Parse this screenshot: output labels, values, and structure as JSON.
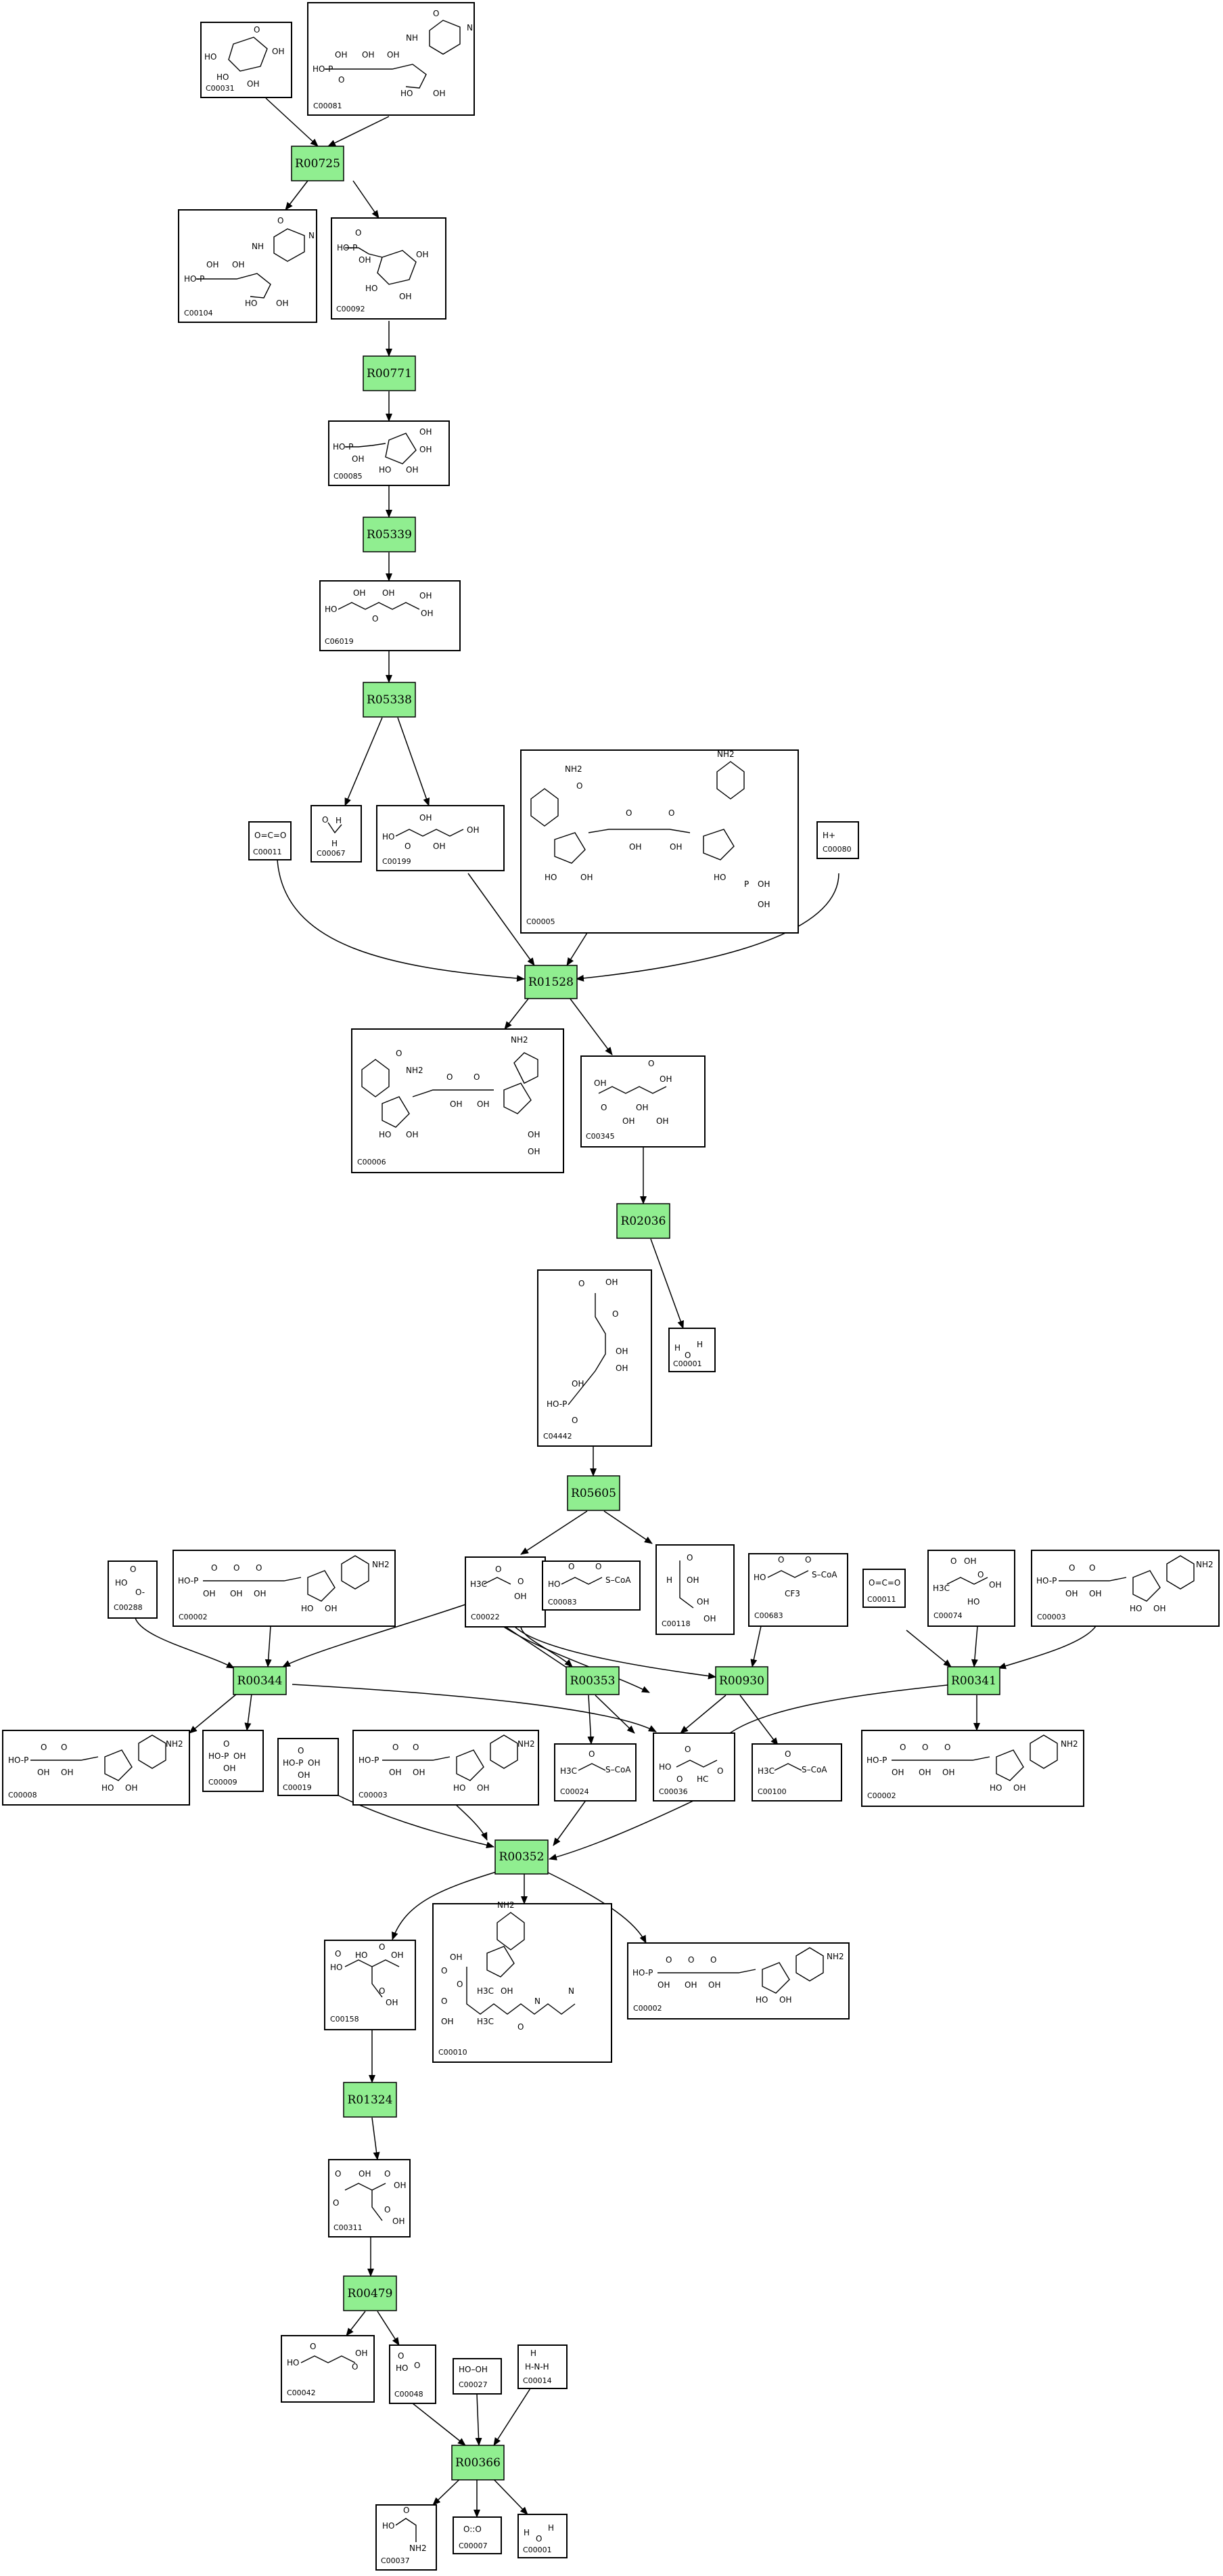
{
  "colors": {
    "reaction_fill": "#90ee90",
    "border": "#000000",
    "background": "#ffffff"
  },
  "reactions": [
    {
      "id": "R00725"
    },
    {
      "id": "R00771"
    },
    {
      "id": "R05339"
    },
    {
      "id": "R05338"
    },
    {
      "id": "R01528"
    },
    {
      "id": "R02036"
    },
    {
      "id": "R05605"
    },
    {
      "id": "R00344"
    },
    {
      "id": "R00353"
    },
    {
      "id": "R00930"
    },
    {
      "id": "R00341"
    },
    {
      "id": "R00352"
    },
    {
      "id": "R01324"
    },
    {
      "id": "R00479"
    },
    {
      "id": "R00366"
    }
  ],
  "compounds": [
    {
      "id": "C00031"
    },
    {
      "id": "C00081"
    },
    {
      "id": "C00104"
    },
    {
      "id": "C00092"
    },
    {
      "id": "C00085"
    },
    {
      "id": "C06019"
    },
    {
      "id": "C00067"
    },
    {
      "id": "C00199"
    },
    {
      "id": "C00011"
    },
    {
      "id": "C00005"
    },
    {
      "id": "C00080"
    },
    {
      "id": "C00006"
    },
    {
      "id": "C00345"
    },
    {
      "id": "C04442"
    },
    {
      "id": "C00001"
    },
    {
      "id": "C00288"
    },
    {
      "id": "C00002"
    },
    {
      "id": "C00022"
    },
    {
      "id": "C00083"
    },
    {
      "id": "C00118"
    },
    {
      "id": "C00683"
    },
    {
      "id": "C00011"
    },
    {
      "id": "C00074"
    },
    {
      "id": "C00003"
    },
    {
      "id": "C00008"
    },
    {
      "id": "C00009"
    },
    {
      "id": "C00019"
    },
    {
      "id": "C00003"
    },
    {
      "id": "C00024"
    },
    {
      "id": "C00036"
    },
    {
      "id": "C00100"
    },
    {
      "id": "C00002"
    },
    {
      "id": "C00158"
    },
    {
      "id": "C00010"
    },
    {
      "id": "C00002"
    },
    {
      "id": "C00311"
    },
    {
      "id": "C00042"
    },
    {
      "id": "C00048"
    },
    {
      "id": "C00027"
    },
    {
      "id": "C00014"
    },
    {
      "id": "C00037"
    },
    {
      "id": "C00007"
    },
    {
      "id": "C00001"
    }
  ],
  "atom_labels": {
    "HO": "HO",
    "OH": "OH",
    "O": "O",
    "P": "P",
    "NH2": "NH2",
    "NH": "NH",
    "N": "N",
    "H": "H",
    "SCoA": "S–CoA",
    "H3C": "H3C",
    "HOOH": "HO–OH",
    "OO": "O::O",
    "CO2": "O=C=O",
    "Hplus": "H+",
    "HOP": "HO-P",
    "CF3": "CF3",
    "Ominus": "O-",
    "NH4": "H-N-H",
    "HC": "HC"
  }
}
